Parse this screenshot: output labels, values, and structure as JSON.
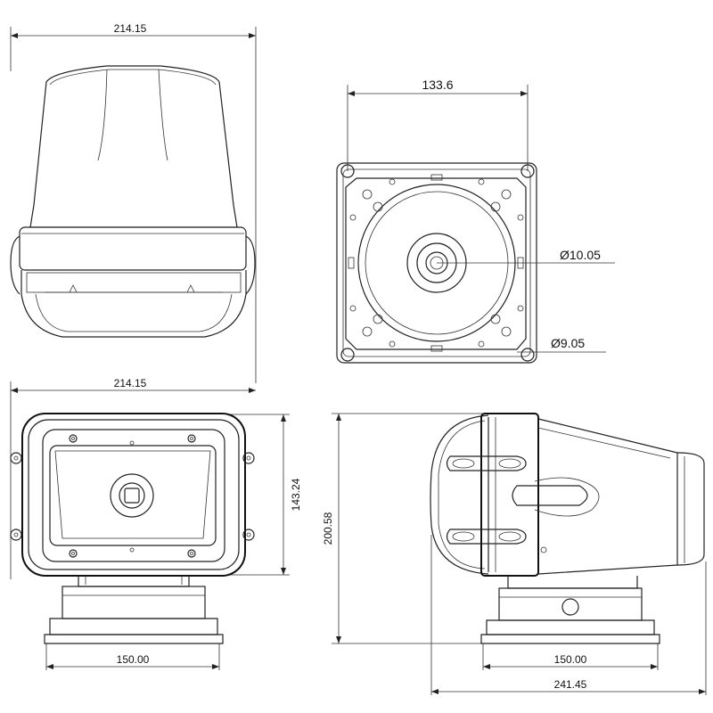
{
  "dimensions": {
    "top_view_width": "214.15",
    "front_view_width": "214.15",
    "mount_hole_spacing": "133.6",
    "center_hole_diameter": "Ø10.05",
    "mount_hole_diameter": "Ø9.05",
    "front_lens_height": "143.24",
    "side_total_height": "200.58",
    "front_base_width": "150.00",
    "side_base_width": "150.00",
    "side_total_length": "241.45"
  },
  "colors": {
    "line": "#222222",
    "background": "#ffffff"
  }
}
